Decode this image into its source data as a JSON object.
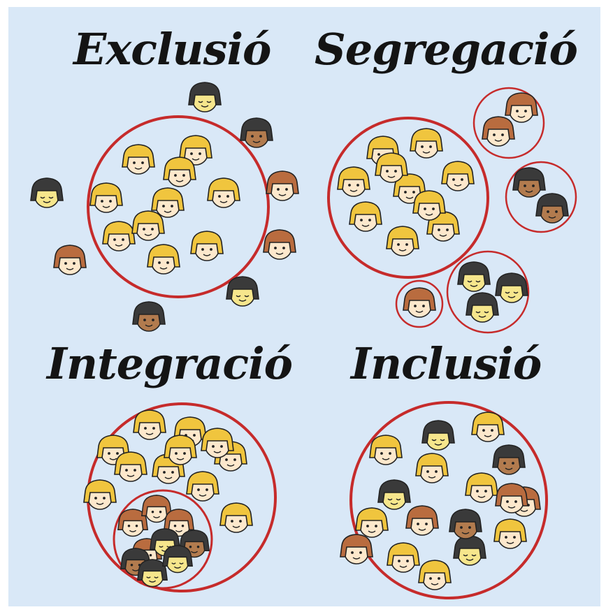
{
  "titles": {
    "exclusion": "Exclusió",
    "segregation": "Segregació",
    "integration": "Integració",
    "inclusion": "Inclusió"
  },
  "colors": {
    "background": "#d9e8f7",
    "circle": "#c62b2b",
    "skin_light": "#fde8cc",
    "skin_yellow": "#f6e68c",
    "skin_dark": "#b27b4e",
    "hair_blond": "#f0c53e",
    "hair_brown": "#b96c3f",
    "hair_black": "#3a3a3a"
  },
  "legend_types": [
    {
      "name": "blond-face",
      "skin": "skin_light",
      "hair": "hair_blond",
      "eyes": "open"
    },
    {
      "name": "brown-face",
      "skin": "skin_light",
      "hair": "hair_brown",
      "eyes": "open"
    },
    {
      "name": "dark-face",
      "skin": "skin_dark",
      "hair": "hair_black",
      "eyes": "open"
    },
    {
      "name": "yellow-face",
      "skin": "skin_yellow",
      "hair": "hair_black",
      "eyes": "closed"
    }
  ],
  "diagram": [
    {
      "concept": "exclusion",
      "inside_counts": {
        "blond-face": 10
      },
      "outside_counts": {
        "yellow-face": 3,
        "dark-face": 2,
        "brown-face": 3
      }
    },
    {
      "concept": "segregation",
      "group_counts": [
        {
          "blond-face": 10
        },
        {
          "brown-face": 2
        },
        {
          "dark-face": 2
        },
        {
          "brown-face": 1
        },
        {
          "yellow-face": 3
        }
      ]
    },
    {
      "concept": "integration",
      "inside_counts": {
        "blond-face": 11
      },
      "subgroup_counts": {
        "brown-face": 4,
        "dark-face": 2,
        "yellow-face": 3
      }
    },
    {
      "concept": "inclusion",
      "inside_counts": {
        "blond-face": 8,
        "yellow-face": 3,
        "dark-face": 2,
        "brown-face": 4
      }
    }
  ]
}
